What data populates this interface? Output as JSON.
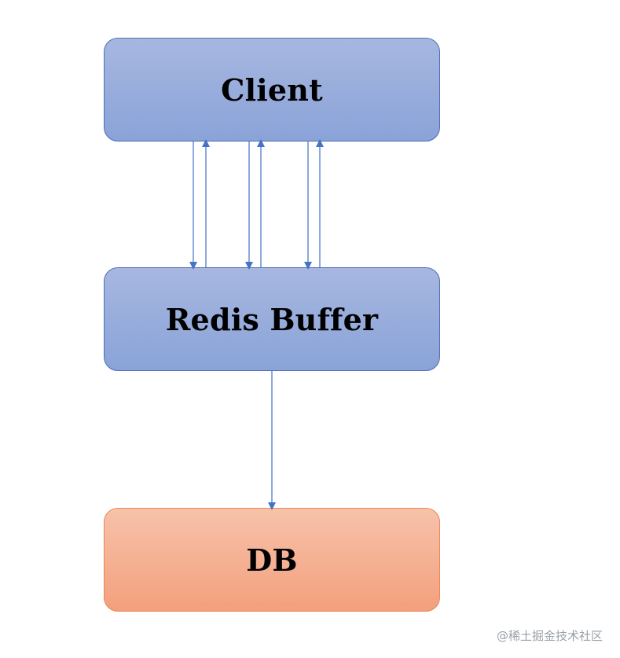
{
  "diagram": {
    "nodes": [
      {
        "id": "client",
        "label": "Client",
        "color": "#8fa8db"
      },
      {
        "id": "redis-buffer",
        "label": "Redis Buffer",
        "color": "#8fa8db"
      },
      {
        "id": "db",
        "label": "DB",
        "color": "#f5aa86"
      }
    ],
    "edges": [
      {
        "from": "client",
        "to": "redis-buffer"
      },
      {
        "from": "redis-buffer",
        "to": "client"
      },
      {
        "from": "client",
        "to": "redis-buffer"
      },
      {
        "from": "redis-buffer",
        "to": "client"
      },
      {
        "from": "client",
        "to": "redis-buffer"
      },
      {
        "from": "redis-buffer",
        "to": "client"
      },
      {
        "from": "redis-buffer",
        "to": "db"
      }
    ],
    "arrow_color": "#4472c4"
  },
  "watermark": "@稀土掘金技术社区"
}
